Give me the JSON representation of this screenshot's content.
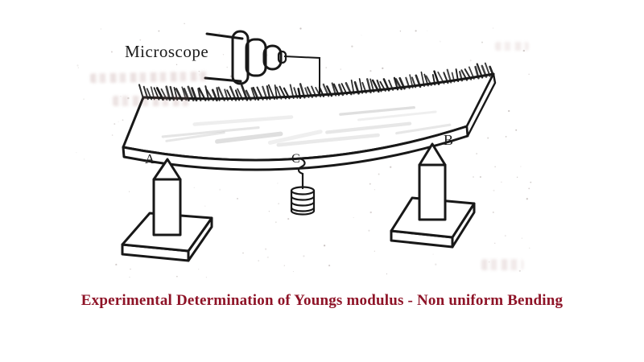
{
  "diagram": {
    "microscope_label": "Microscope",
    "support_a_label": "A",
    "support_b_label": "B",
    "load_point_label": "C",
    "caption": "Experimental Determination of Youngs modulus - Non uniform Bending"
  },
  "colors": {
    "ink": "#181818",
    "caption_text": "#8e1327",
    "paper": "#ffffff"
  }
}
